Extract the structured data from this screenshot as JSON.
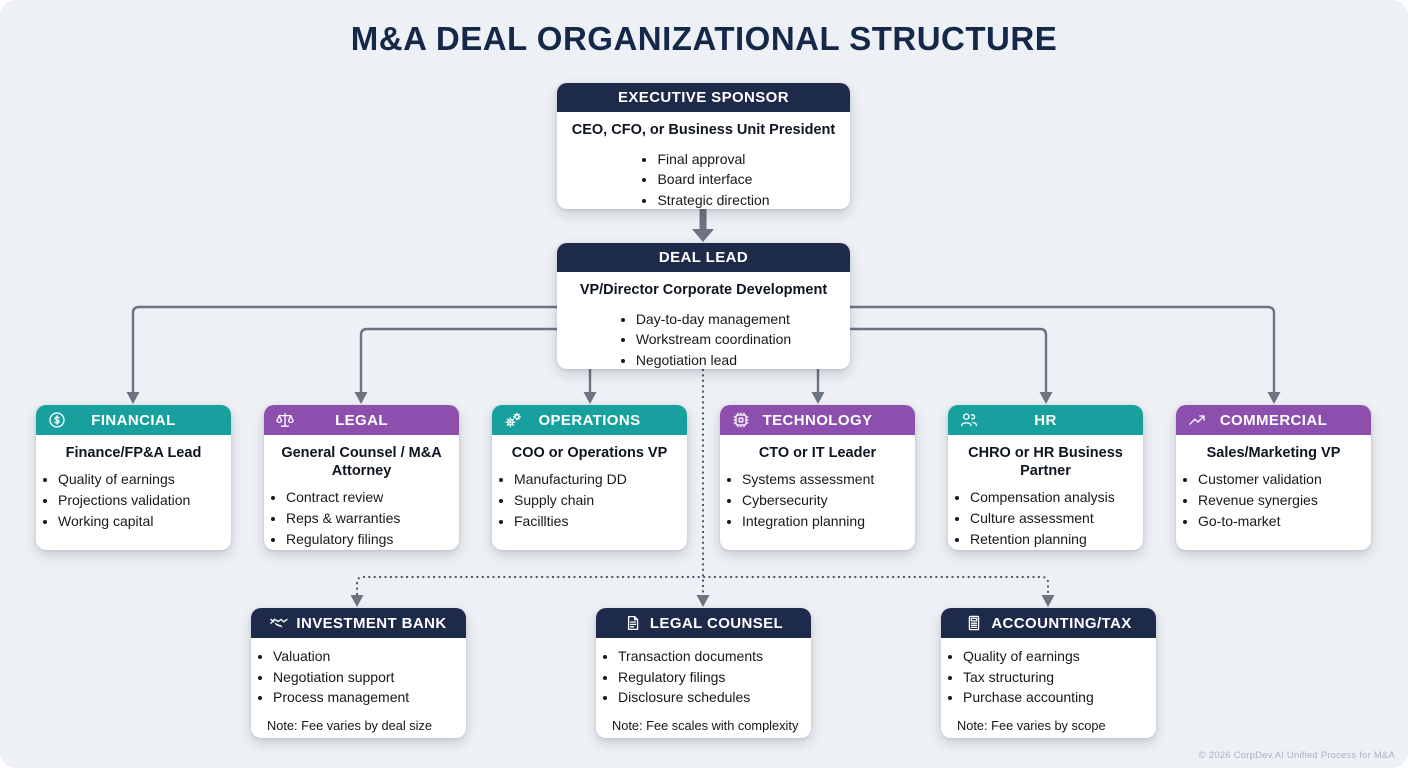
{
  "title": "M&A DEAL ORGANIZATIONAL STRUCTURE",
  "footer": "© 2026 CorpDev.AI Unified Process for M&A",
  "colors": {
    "background": "#edf0f5",
    "navy": "#1e2a4a",
    "teal": "#17a09d",
    "purple": "#8d4fae",
    "connector": "#6b7480",
    "connector_dark": "#4e5a68",
    "title_text": "#16284a",
    "footer_text": "#a9b3bf"
  },
  "top_boxes": {
    "executive_sponsor": {
      "header": "EXECUTIVE SPONSOR",
      "subtitle": "CEO, CFO, or Business Unit President",
      "bullets": [
        "Final approval",
        "Board interface",
        "Strategic direction"
      ]
    },
    "deal_lead": {
      "header": "DEAL LEAD",
      "subtitle": "VP/Director Corporate Development",
      "bullets": [
        "Day-to-day management",
        "Workstream coordination",
        "Negotiation lead"
      ]
    }
  },
  "workstreams": [
    {
      "header": "FINANCIAL",
      "icon": "dollar-circle-icon",
      "color": "teal",
      "subtitle": "Finance/FP&A Lead",
      "bullets": [
        "Quality of earnings",
        "Projections validation",
        "Working capital"
      ]
    },
    {
      "header": "LEGAL",
      "icon": "scales-icon",
      "color": "purple",
      "subtitle": "General Counsel / M&A Attorney",
      "bullets": [
        "Contract review",
        "Reps & warranties",
        "Regulatory filings"
      ]
    },
    {
      "header": "OPERATIONS",
      "icon": "gears-icon",
      "color": "teal",
      "subtitle": "COO or Operations VP",
      "bullets": [
        "Manufacturing DD",
        "Supply chain",
        "Facillties"
      ]
    },
    {
      "header": "TECHNOLOGY",
      "icon": "chip-icon",
      "color": "purple",
      "subtitle": "CTO or IT Leader",
      "bullets": [
        "Systems assessment",
        "Cybersecurity",
        "Integration planning"
      ]
    },
    {
      "header": "HR",
      "icon": "people-icon",
      "color": "teal",
      "subtitle": "CHRO or HR Business Partner",
      "bullets": [
        "Compensation analysis",
        "Culture assessment",
        "Retention planning"
      ]
    },
    {
      "header": "COMMERCIAL",
      "icon": "trend-up-icon",
      "color": "purple",
      "subtitle": "Sales/Marketing VP",
      "bullets": [
        "Customer validation",
        "Revenue synergies",
        "Go-to-market"
      ]
    }
  ],
  "advisors": [
    {
      "header": "INVESTMENT BANK",
      "icon": "handshake-icon",
      "bullets": [
        "Valuation",
        "Negotiation support",
        "Process management"
      ],
      "note": "Note: Fee varies by deal size"
    },
    {
      "header": "LEGAL COUNSEL",
      "icon": "document-icon",
      "bullets": [
        "Transaction documents",
        "Regulatory filings",
        "Disclosure schedules"
      ],
      "note": "Note: Fee scales with complexity"
    },
    {
      "header": "ACCOUNTING/TAX",
      "icon": "calculator-icon",
      "bullets": [
        "Quality of earnings",
        "Tax structuring",
        "Purchase accounting"
      ],
      "note": "Note: Fee varies by scope"
    }
  ]
}
